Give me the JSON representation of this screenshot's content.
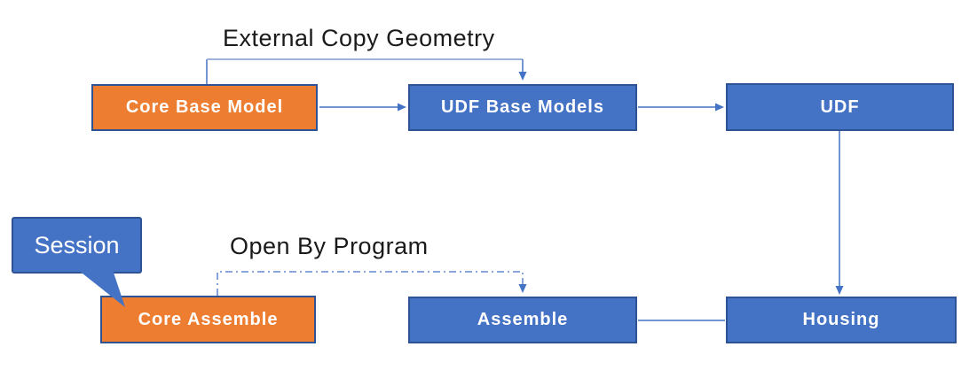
{
  "diagram": {
    "title_labels": {
      "external_copy_geometry": "External Copy Geometry",
      "open_by_program": "Open By Program"
    },
    "callout": {
      "label": "Session"
    },
    "nodes": [
      {
        "id": "core-base-model",
        "label": "Core Base Model",
        "style": "orange"
      },
      {
        "id": "udf-base-models",
        "label": "UDF Base Models",
        "style": "blue"
      },
      {
        "id": "udf",
        "label": "UDF",
        "style": "blue"
      },
      {
        "id": "core-assemble",
        "label": "Core Assemble",
        "style": "orange"
      },
      {
        "id": "assemble",
        "label": "Assemble",
        "style": "blue"
      },
      {
        "id": "housing",
        "label": "Housing",
        "style": "blue"
      }
    ],
    "edges": [
      {
        "from": "core-base-model",
        "to": "udf-base-models",
        "type": "solid-arrow",
        "label": ""
      },
      {
        "from": "udf-base-models",
        "to": "udf",
        "type": "solid-arrow",
        "label": ""
      },
      {
        "from": "udf",
        "to": "housing",
        "type": "solid-arrow",
        "label": ""
      },
      {
        "from": "assemble",
        "to": "housing",
        "type": "solid-line",
        "label": ""
      },
      {
        "from": "core-base-model",
        "to": "udf-base-models",
        "type": "elbow-arrow",
        "label": "External Copy Geometry"
      },
      {
        "from": "core-assemble",
        "to": "assemble",
        "type": "dashed-elbow-arrow",
        "label": "Open By Program"
      }
    ],
    "colors": {
      "orange_fill": "#ED7D31",
      "blue_fill": "#4472C4",
      "border": "#2E5395",
      "connector": "#4472C4",
      "connector_light": "#9DB3DC",
      "text_white": "#FFFFFF",
      "text_black": "#1A1A1A"
    }
  }
}
